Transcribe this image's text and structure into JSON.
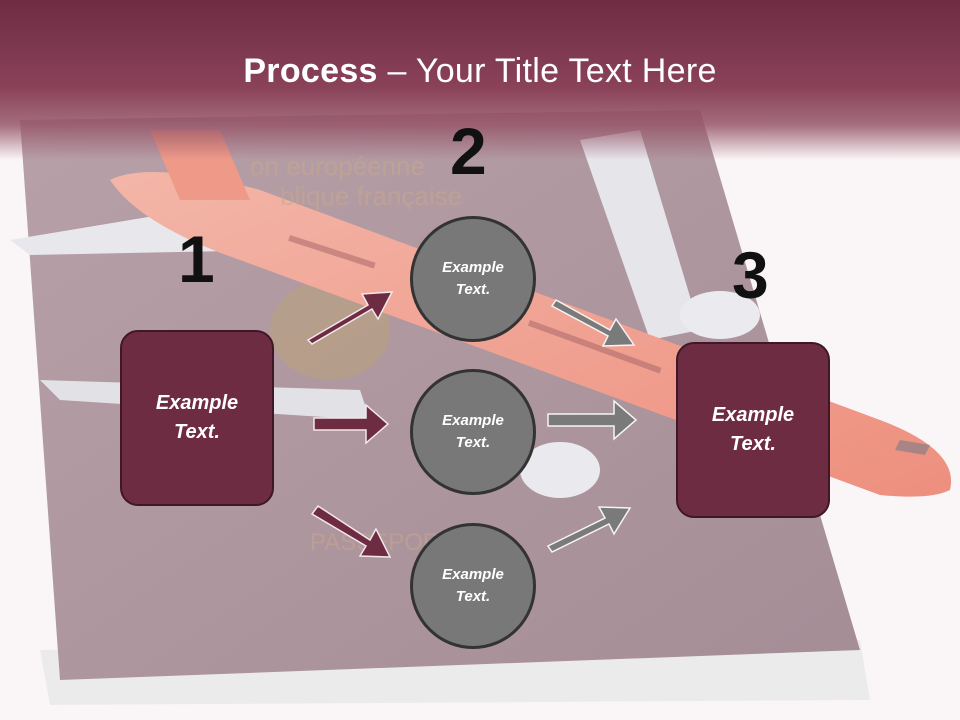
{
  "slide": {
    "title_bold": "Process",
    "title_rest": " – Your Title Text Here"
  },
  "steps": [
    {
      "number": "1"
    },
    {
      "number": "2"
    },
    {
      "number": "3"
    }
  ],
  "boxes": [
    {
      "line1": "Example",
      "line2": "Text."
    },
    {
      "line1": "Example",
      "line2": "Text."
    }
  ],
  "circles": [
    {
      "line1": "Example",
      "line2": "Text."
    },
    {
      "line1": "Example",
      "line2": "Text."
    },
    {
      "line1": "Example",
      "line2": "Text."
    }
  ],
  "colors": {
    "accent": "#6e2c43",
    "circle_fill": "#787878",
    "arrow_left": "#6e2c43",
    "arrow_right": "#7a7a7a"
  },
  "background_image": "passport-with-red-toy-airplane"
}
